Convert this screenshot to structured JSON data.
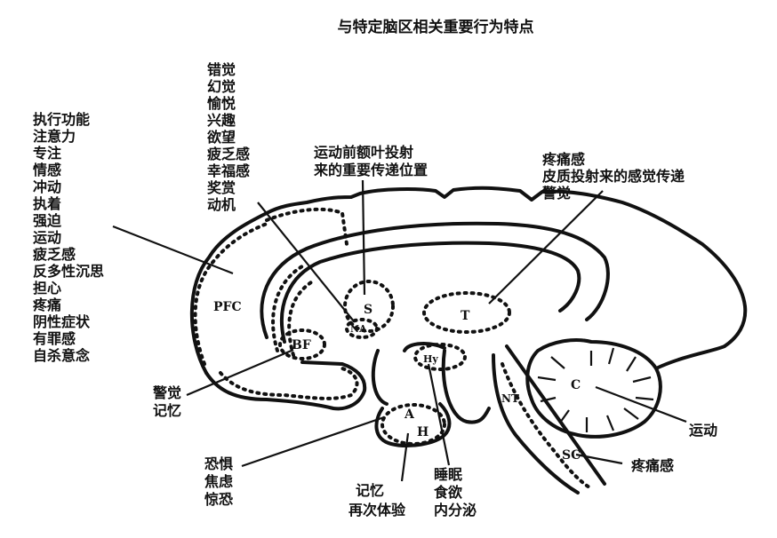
{
  "title": "与特定脑区相关重要行为特点",
  "regions": {
    "pfc": "PFC",
    "s": "S",
    "na": "NA",
    "t": "T",
    "bf": "BF",
    "hy": "Hy",
    "c": "C",
    "nt": "NT",
    "a": "A",
    "h": "H",
    "sc": "SC"
  },
  "annotations": {
    "pfc_list": [
      "执行功能",
      "注意力",
      "专注",
      "情感",
      "冲动",
      "执着",
      "强迫",
      "运动",
      "疲乏感",
      "反多性沉思",
      "担心",
      "疼痛",
      "阴性症状",
      "有罪感",
      "自杀意念"
    ],
    "na_list": [
      "错觉",
      "幻觉",
      "愉悦",
      "兴趣",
      "欲望",
      "疲乏感",
      "幸福感",
      "奖赏",
      "动机"
    ],
    "s_list": [
      "运动前额叶投射",
      "来的重要传递位置"
    ],
    "t_list": [
      "疼痛感",
      "皮质投射来的感觉传递",
      "警觉"
    ],
    "bf_list": [
      "警觉",
      "记忆"
    ],
    "a_list": [
      "恐惧",
      "焦虑",
      "惊恐"
    ],
    "h_list": [
      "记忆",
      "再次体验"
    ],
    "hy_list": [
      "睡眠",
      "食欲",
      "内分泌"
    ],
    "c_list": [
      "运动"
    ],
    "sc_list": [
      "疼痛感"
    ]
  }
}
